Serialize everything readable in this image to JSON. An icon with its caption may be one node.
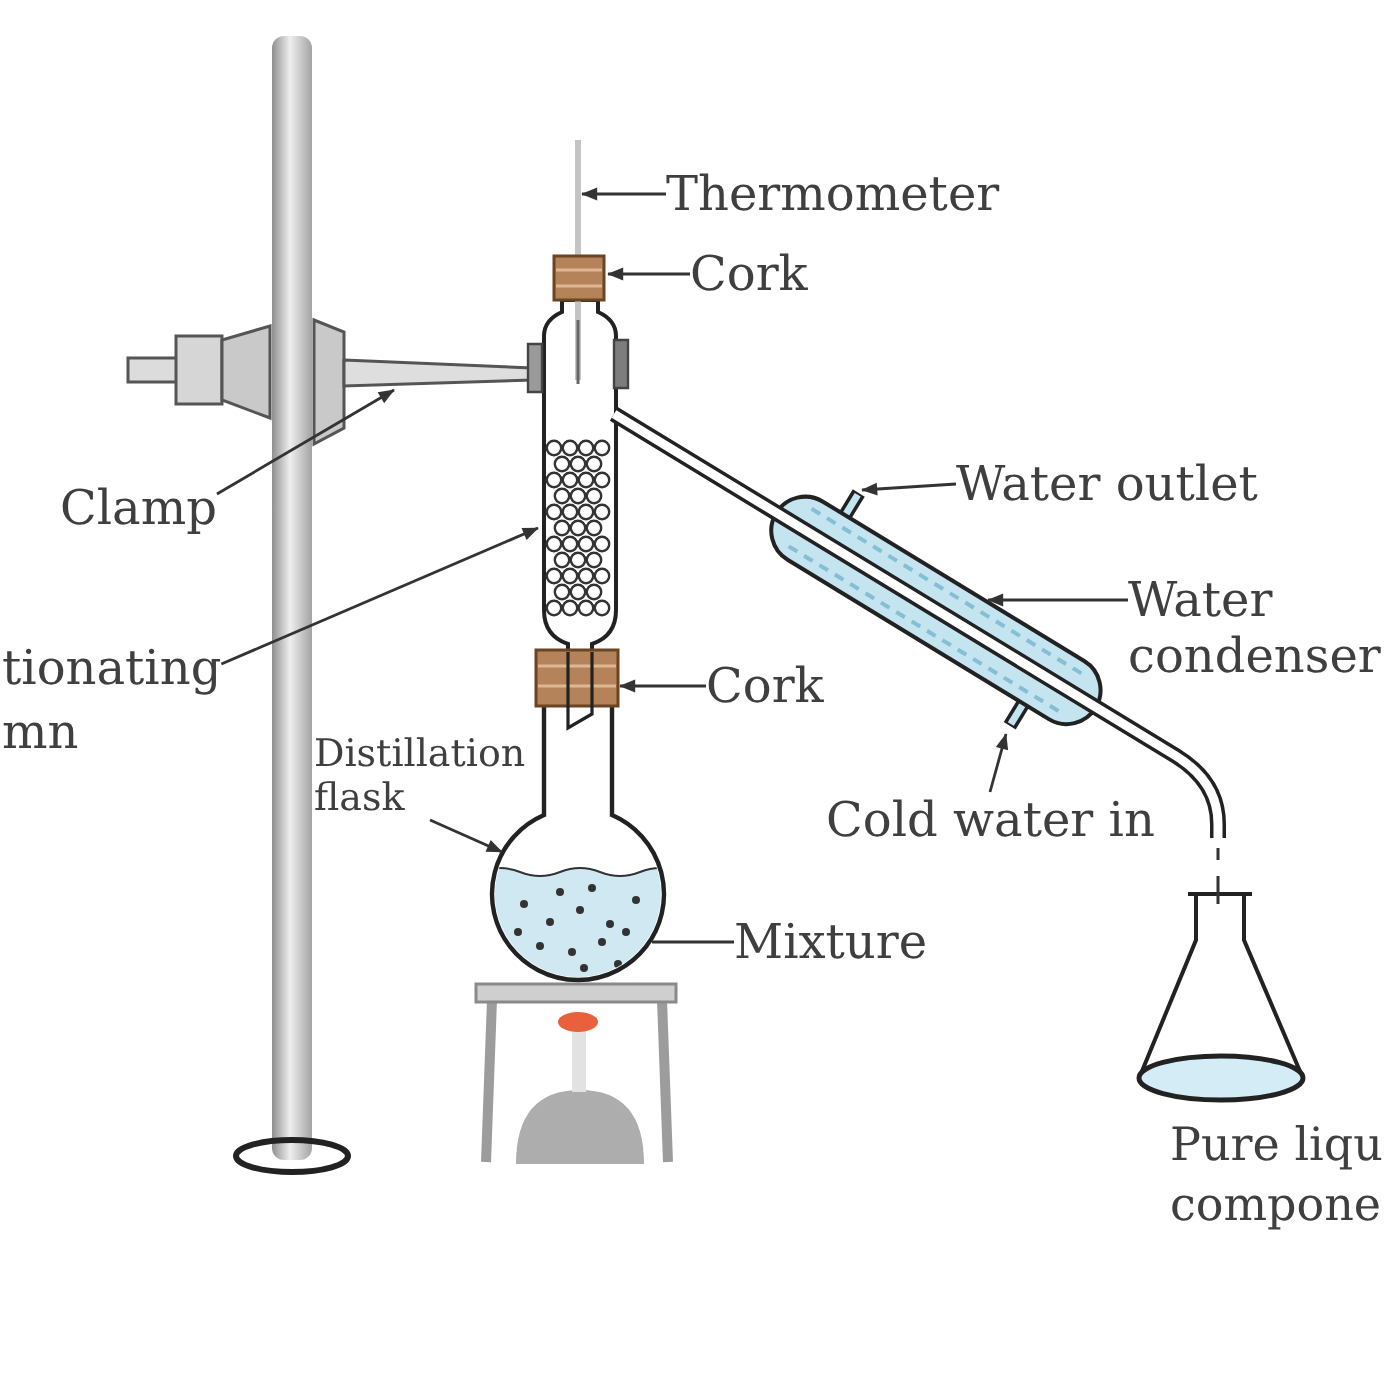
{
  "diagram": {
    "nodes": [
      {
        "text": [
          "Thermometer"
        ]
      },
      {
        "text": [
          "Cork"
        ]
      },
      {
        "text": [
          "Water outlet"
        ]
      },
      {
        "text": [
          "Clamp"
        ]
      },
      {
        "text": [
          "Water condenser"
        ]
      },
      {
        "text": [
          "tionating mn"
        ]
      },
      {
        "text": [
          "Cork"
        ]
      },
      {
        "text": [
          "Distillation flask"
        ]
      },
      {
        "text": [
          "Cold water in"
        ]
      },
      {
        "text": [
          "Mixture"
        ]
      }
    ],
    "edges": [
      {
        "from": 0,
        "to": null,
        "arrow": "to"
      },
      {
        "from": 1,
        "to": null,
        "arrow": "to"
      },
      {
        "from": 2,
        "to": null,
        "arrow": "to"
      },
      {
        "from": 3,
        "to": null,
        "arrow": "to"
      },
      {
        "from": 4,
        "to": null,
        "arrow": "to"
      },
      {
        "from": 5,
        "to": null,
        "arrow": "to"
      },
      {
        "from": 6,
        "to": null,
        "arrow": "to"
      },
      {
        "from": 7,
        "to": null,
        "arrow": "to"
      },
      {
        "from": 8,
        "to": null,
        "arrow": "to"
      },
      {
        "from": 9,
        "to": null,
        "arrow": "none"
      }
    ],
    "labels": [
      "Pure liqu compone"
    ]
  }
}
